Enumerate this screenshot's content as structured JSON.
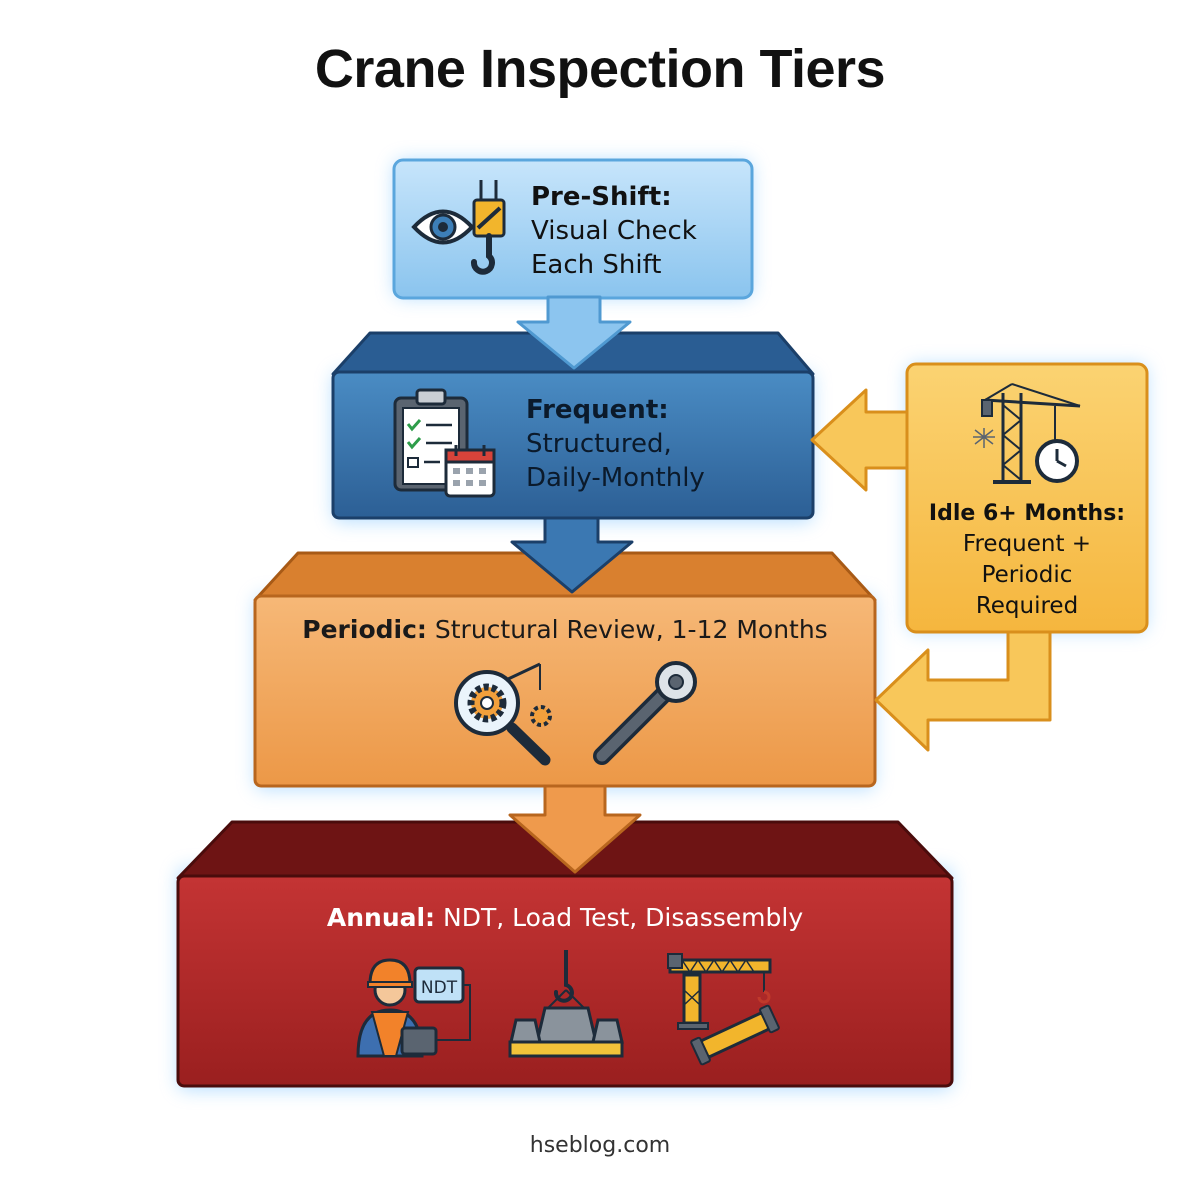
{
  "title": "Crane Inspection Tiers",
  "tiers": {
    "preshift": {
      "label": "Pre-Shift:",
      "line1": "Visual Check",
      "line2": "Each Shift"
    },
    "frequent": {
      "label": "Frequent:",
      "line1": "Structured,",
      "line2": "Daily-Monthly"
    },
    "periodic": {
      "label": "Periodic:",
      "desc": "Structural Review, 1-12 Months"
    },
    "annual": {
      "label": "Annual:",
      "desc": "NDT, Load Test, Disassembly"
    }
  },
  "idle": {
    "label": "Idle 6+ Months:",
    "line1": "Frequent +",
    "line2": "Periodic",
    "line3": "Required"
  },
  "ndt_badge": "NDT",
  "icons": [
    "eye-icon",
    "crane-hook-icon",
    "clipboard-checklist-icon",
    "calendar-icon",
    "crane-tower-icon",
    "clock-icon",
    "magnifier-gear-icon",
    "ratchet-wrench-icon",
    "worker-ndt-icon",
    "load-test-weight-icon",
    "crane-disassembly-icon"
  ],
  "colors": {
    "preshift_fill": "#a9d5f5",
    "frequent_fill": "#3d7fb8",
    "periodic_fill": "#f2a55b",
    "annual_fill": "#b42a2a",
    "idle_fill": "#f8c75a",
    "glow": "#7cc3ff"
  },
  "footer": "hseblog.com"
}
